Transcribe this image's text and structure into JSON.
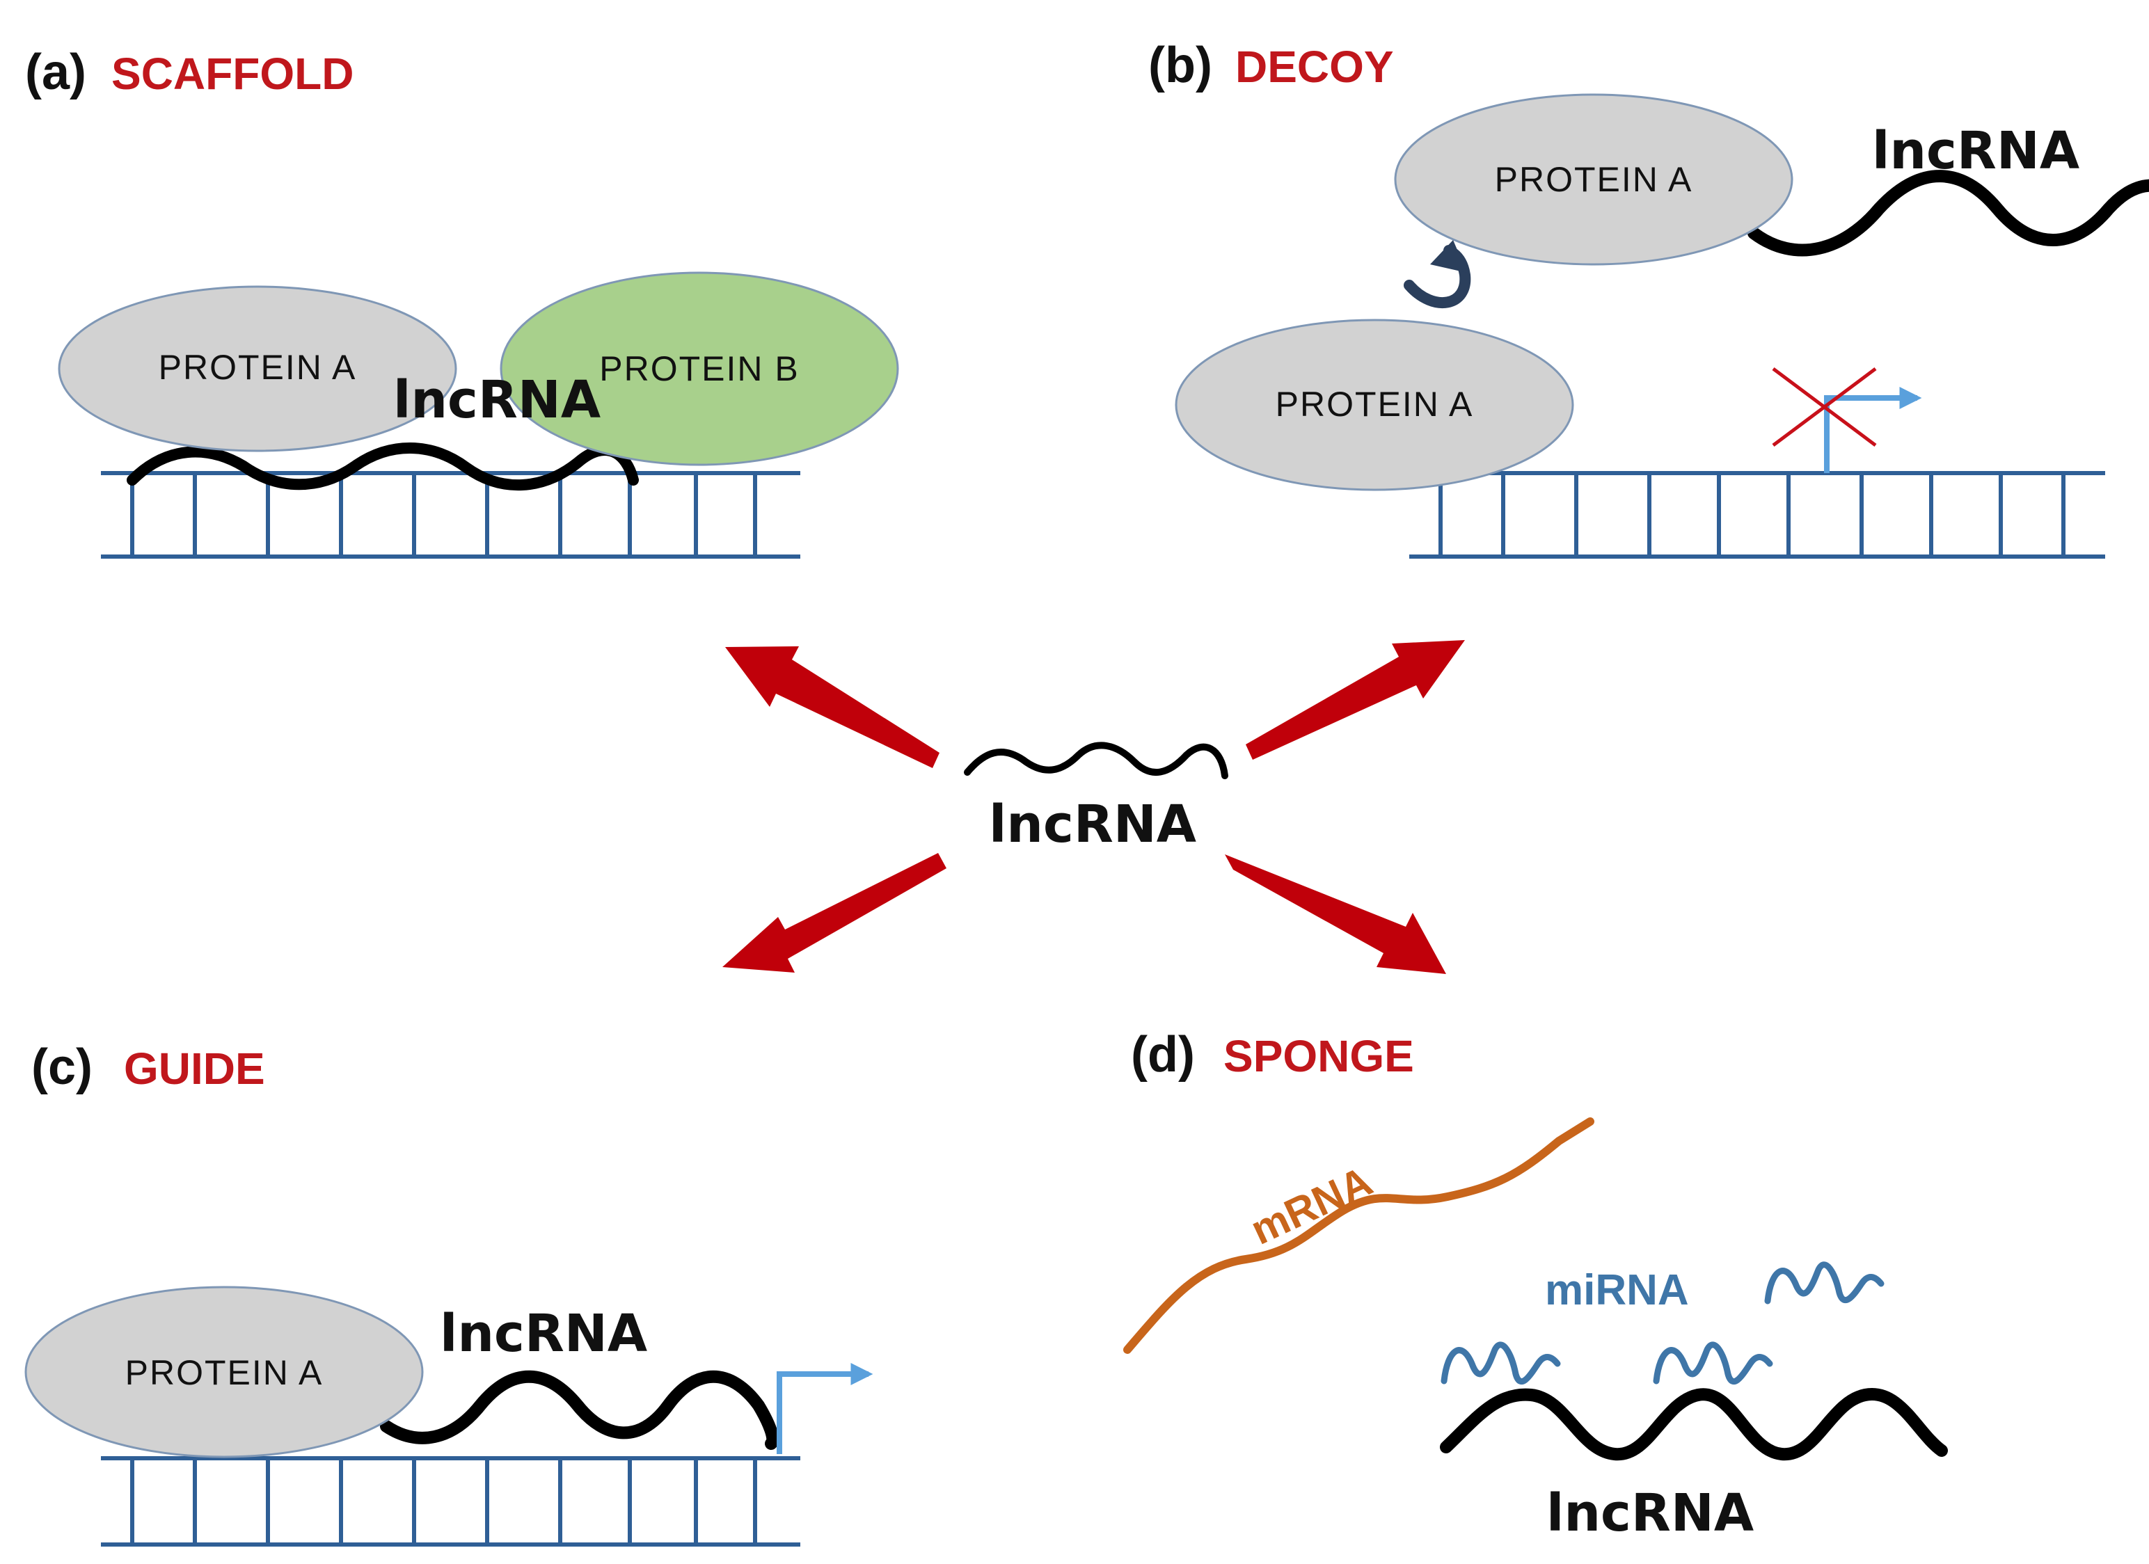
{
  "colors": {
    "title_red": "#c0171c",
    "arrow_red": "#c0000a",
    "dna_blue": "#2f5f96",
    "protein_grey": "#d2d2d2",
    "protein_green": "#a8d08c",
    "ellipse_stroke": "#7f97b5",
    "promoter_blue": "#5aa0dc",
    "mrna_orange": "#c8651b",
    "mirna_blue": "#3f76a8",
    "block_red": "#c8101a"
  },
  "center": {
    "label": "lncRNA"
  },
  "panels": {
    "a": {
      "letter": "(a)",
      "title": "SCAFFOLD",
      "protein_a": "PROTEIN  A",
      "protein_b": "PROTEIN  B",
      "rna": "lncRNA"
    },
    "b": {
      "letter": "(b)",
      "title": "DECOY",
      "protein_a_free": "PROTEIN  A",
      "protein_a_bound": "PROTEIN  A",
      "rna": "lncRNA"
    },
    "c": {
      "letter": "(c)",
      "title": "GUIDE",
      "protein_a": "PROTEIN  A",
      "rna": "lncRNA"
    },
    "d": {
      "letter": "(d)",
      "title": "SPONGE",
      "mrna": "mRNA",
      "mirna": "miRNA",
      "rna": "lncRNA"
    }
  }
}
